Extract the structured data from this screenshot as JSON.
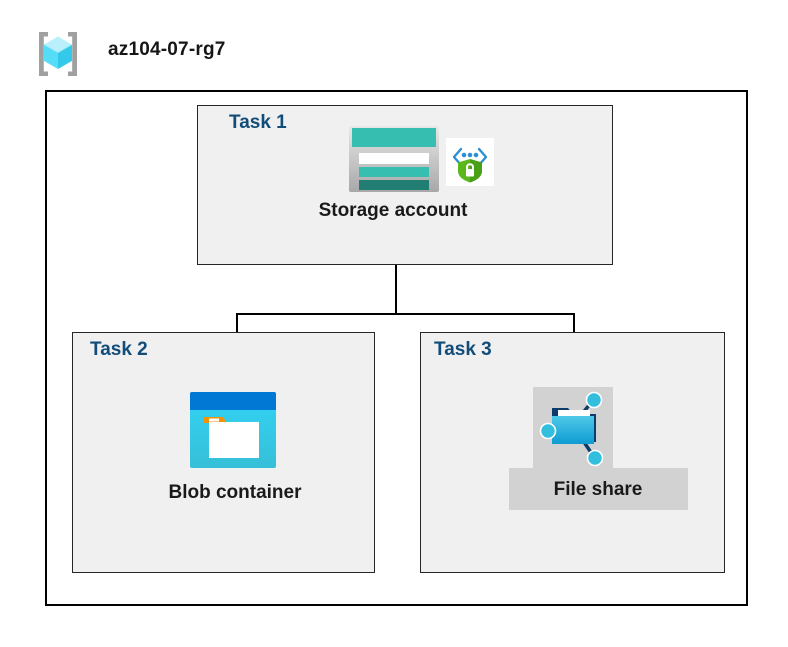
{
  "header": {
    "icon": "resource-group-icon",
    "title": "az104-07-rg7"
  },
  "container": {
    "name": "resource-group-container",
    "border_color": "#000000",
    "fill": "#ffffff"
  },
  "tasks": [
    {
      "id": "task1",
      "label": "Task 1",
      "node_label": "Storage account",
      "icons": [
        "storage-account-icon",
        "private-endpoint-shield-icon"
      ],
      "highlighted": false
    },
    {
      "id": "task2",
      "label": "Task 2",
      "node_label": "Blob container",
      "icons": [
        "blob-container-icon"
      ],
      "highlighted": false
    },
    {
      "id": "task3",
      "label": "Task 3",
      "node_label": "File share",
      "icons": [
        "file-share-icon"
      ],
      "highlighted": true
    }
  ],
  "connections": [
    {
      "from": "Storage account",
      "to": "Blob container"
    },
    {
      "from": "Storage account",
      "to": "File share"
    }
  ],
  "colors": {
    "task_label": "#124d79",
    "node_label": "#1a1a1a",
    "box_fill": "#f0f0f0",
    "box_border": "#262626",
    "highlight": "#d2d2d2",
    "storage_teal": "#36bfb0",
    "storage_teal_dark": "#227d72",
    "blob_blue": "#0078d4",
    "blob_cyan": "#32d4f5",
    "blob_orange": "#f2920b",
    "fileshare_cyan": "#32bedd",
    "fileshare_navy": "#0b3c6b",
    "shield_green": "#5bb71c",
    "rg_cube_cyan": "#9cebfb",
    "rg_bracket_gray": "#a0a0a0"
  }
}
